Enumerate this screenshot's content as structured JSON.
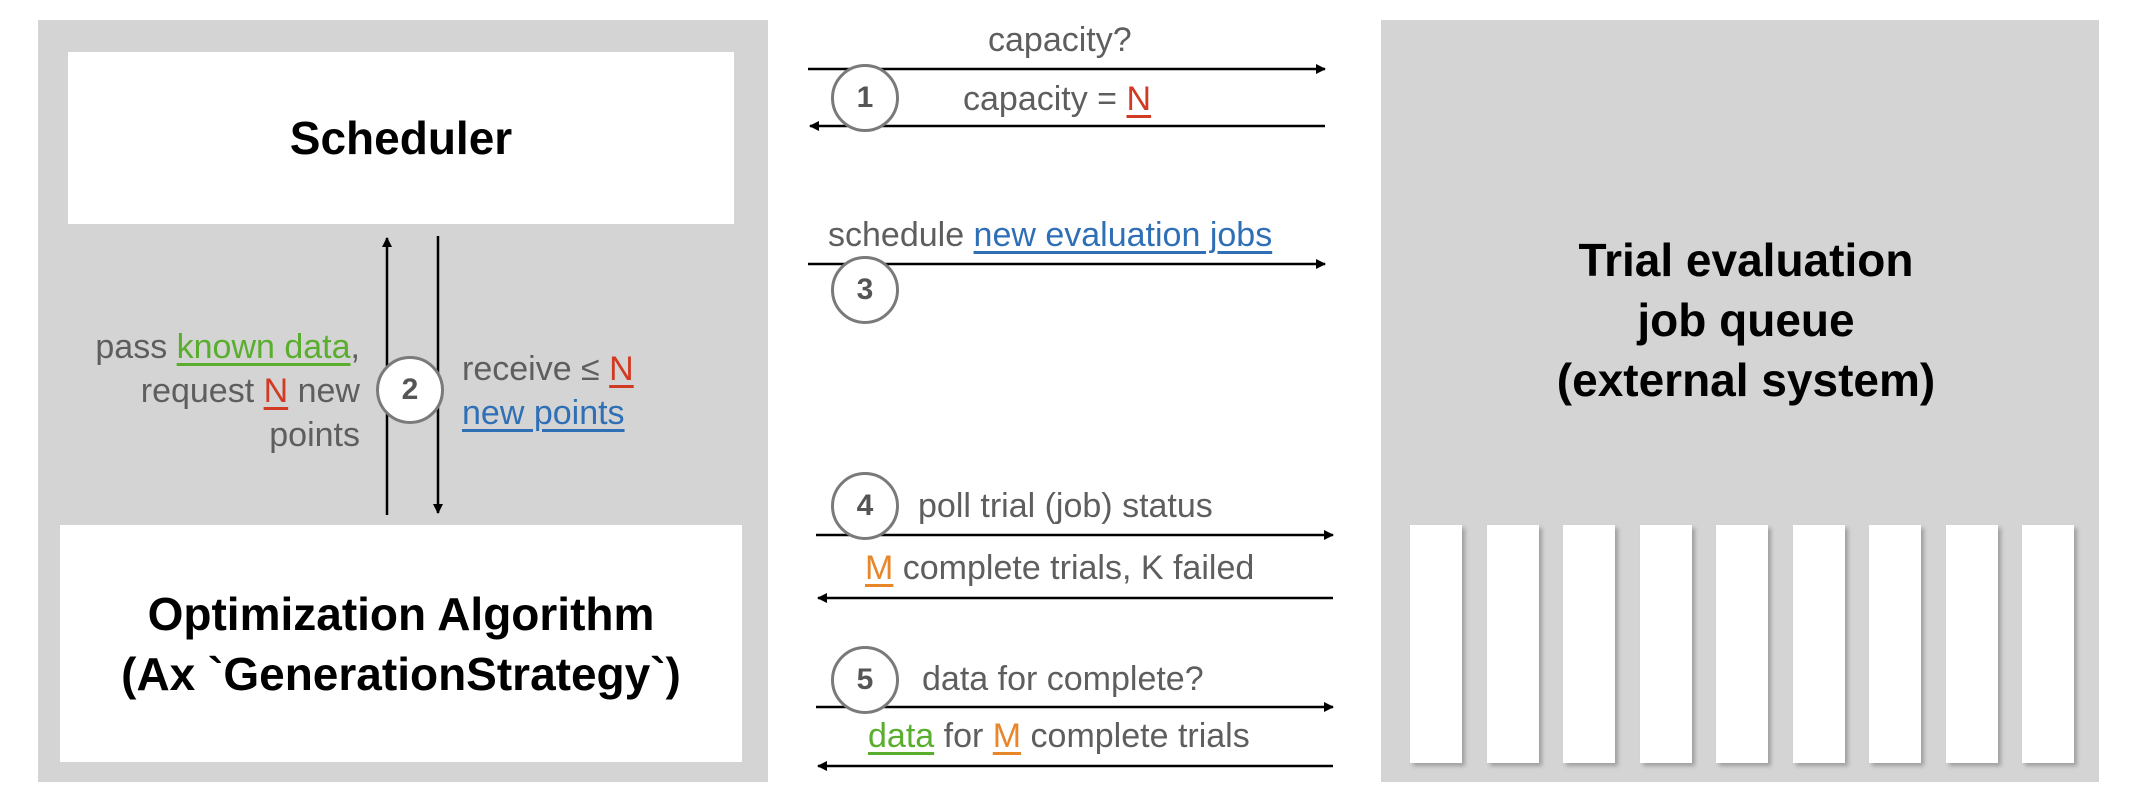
{
  "scheduler": {
    "title": "Scheduler"
  },
  "optimizer": {
    "line1": "Optimization Algorithm",
    "line2": "(Ax `GenerationStrategy`)"
  },
  "queue": {
    "line1": "Trial evaluation",
    "line2": "job queue",
    "line3": "(external system)",
    "slot_count": 9
  },
  "step2": {
    "number": "2",
    "left": {
      "pass": "pass ",
      "known_data": "known data",
      "comma": ",",
      "request": "request ",
      "n": "N",
      "new": " new",
      "points": "points"
    },
    "right": {
      "receive": "receive ≤ ",
      "n": "N",
      "new_points": "new points"
    }
  },
  "step1": {
    "number": "1",
    "out": "capacity?",
    "back_prefix": "capacity = ",
    "back_n": "N"
  },
  "step3": {
    "number": "3",
    "prefix": "schedule ",
    "link": "new evaluation jobs"
  },
  "step4": {
    "number": "4",
    "out": "poll trial (job) status",
    "back_m": "M",
    "back_rest": " complete trials, K failed"
  },
  "step5": {
    "number": "5",
    "out": "data for complete?",
    "back_data": "data",
    "back_for": " for ",
    "back_m": "M",
    "back_rest": " complete trials"
  },
  "colors": {
    "panel": "#d4d4d4",
    "red": "#d13a23",
    "green": "#5aae2e",
    "blue": "#2f6fb5",
    "orange": "#e8862a"
  }
}
